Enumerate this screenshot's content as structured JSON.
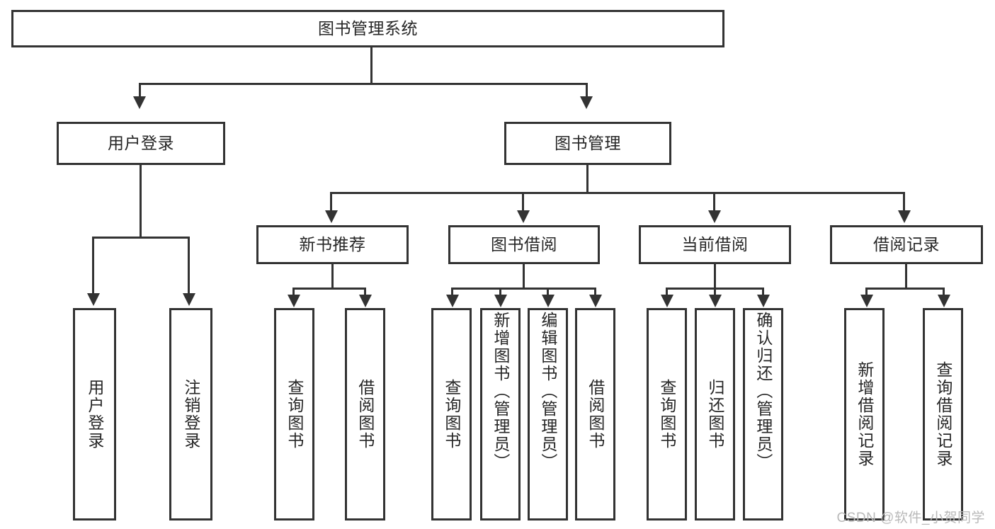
{
  "diagram": {
    "type": "tree-hierarchy",
    "title": "图书管理系统",
    "watermark": "CSDN @软件_小贺同学",
    "root": {
      "label": "图书管理系统"
    },
    "level2": [
      {
        "label": "用户登录"
      },
      {
        "label": "图书管理"
      }
    ],
    "level3": [
      {
        "label": "新书推荐"
      },
      {
        "label": "图书借阅"
      },
      {
        "label": "当前借阅"
      },
      {
        "label": "借阅记录"
      }
    ],
    "leaves": {
      "user_login": [
        {
          "label": "用户登录"
        },
        {
          "label": "注销登录"
        }
      ],
      "new_book": [
        {
          "label": "查询图书"
        },
        {
          "label": "借阅图书"
        }
      ],
      "book_borrow": [
        {
          "label": "查询图书"
        },
        {
          "label": "新增图书（管理员）"
        },
        {
          "label": "编辑图书（管理员）"
        },
        {
          "label": "借阅图书"
        }
      ],
      "current_borrow": [
        {
          "label": "查询图书"
        },
        {
          "label": "归还图书"
        },
        {
          "label": "确认归还（管理员）"
        }
      ],
      "borrow_record": [
        {
          "label": "新增借阅记录"
        },
        {
          "label": "查询借阅记录"
        }
      ]
    },
    "colors": {
      "stroke": "#333333",
      "fill": "#ffffff",
      "text": "#262626",
      "watermark": "#b9b9b9"
    }
  }
}
